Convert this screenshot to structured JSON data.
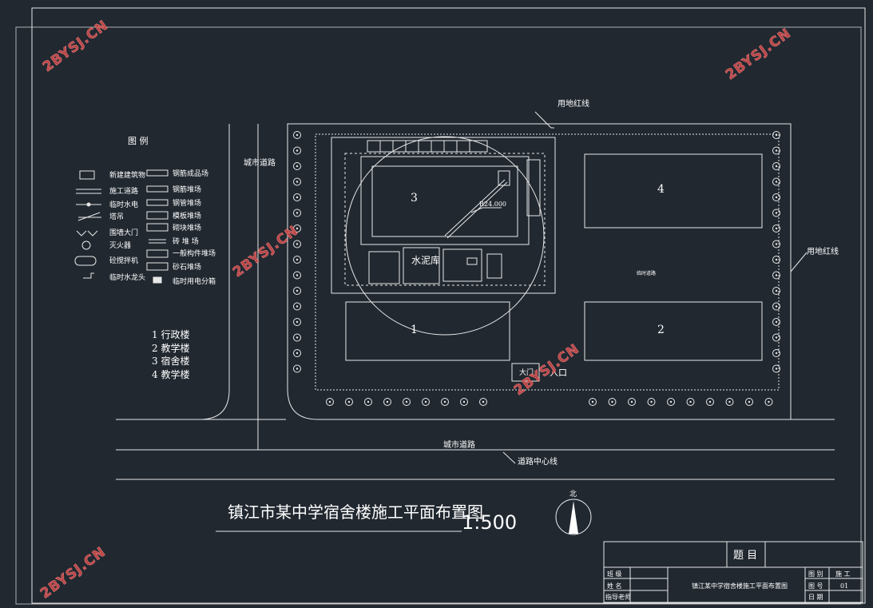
{
  "watermark": "2BYSJ.CN",
  "legend": {
    "title": "图 例",
    "left": [
      "新建建筑物",
      "施工道路",
      "临时水电",
      "塔吊",
      "围墙大门",
      "灭火器",
      "砼搅拌机",
      "临时水龙头"
    ],
    "right": [
      "钢筋成品场",
      "钢筋堆场",
      "钢管堆场",
      "模板堆场",
      "砌块堆场",
      "砖 堆 场",
      "一般构件堆场",
      "砂石堆场",
      "临时用电分箱"
    ]
  },
  "building_list": [
    "1 行政楼",
    "2 教学楼",
    "3 宿舍楼",
    "4 教学楼"
  ],
  "site": {
    "red_line_label": "用地红线",
    "red_line_label_right": "用地红线",
    "road_label_left": "城市道路",
    "road_label_bottom": "城市道路",
    "road_center_label": "道路中心线",
    "entrance": "入口",
    "gate": "大门",
    "buildings": [
      "1",
      "2",
      "3",
      "4"
    ],
    "cement_store": "水泥库",
    "crane_radius": "R24.000",
    "misc_label": "临时道路"
  },
  "title_main": "镇江市某中学宿舍楼施工平面布置图",
  "scale": "1:500",
  "north": "北",
  "title_block": {
    "header": "题 目",
    "row_labels": [
      "班 级",
      "姓 名",
      "指导老师"
    ],
    "drawing_title": "镇江某中学宿舍楼施工平面布置图",
    "right_labels": [
      "图 别",
      "图 号",
      "日 期"
    ],
    "right_values": [
      "施 工",
      "01",
      ""
    ]
  }
}
